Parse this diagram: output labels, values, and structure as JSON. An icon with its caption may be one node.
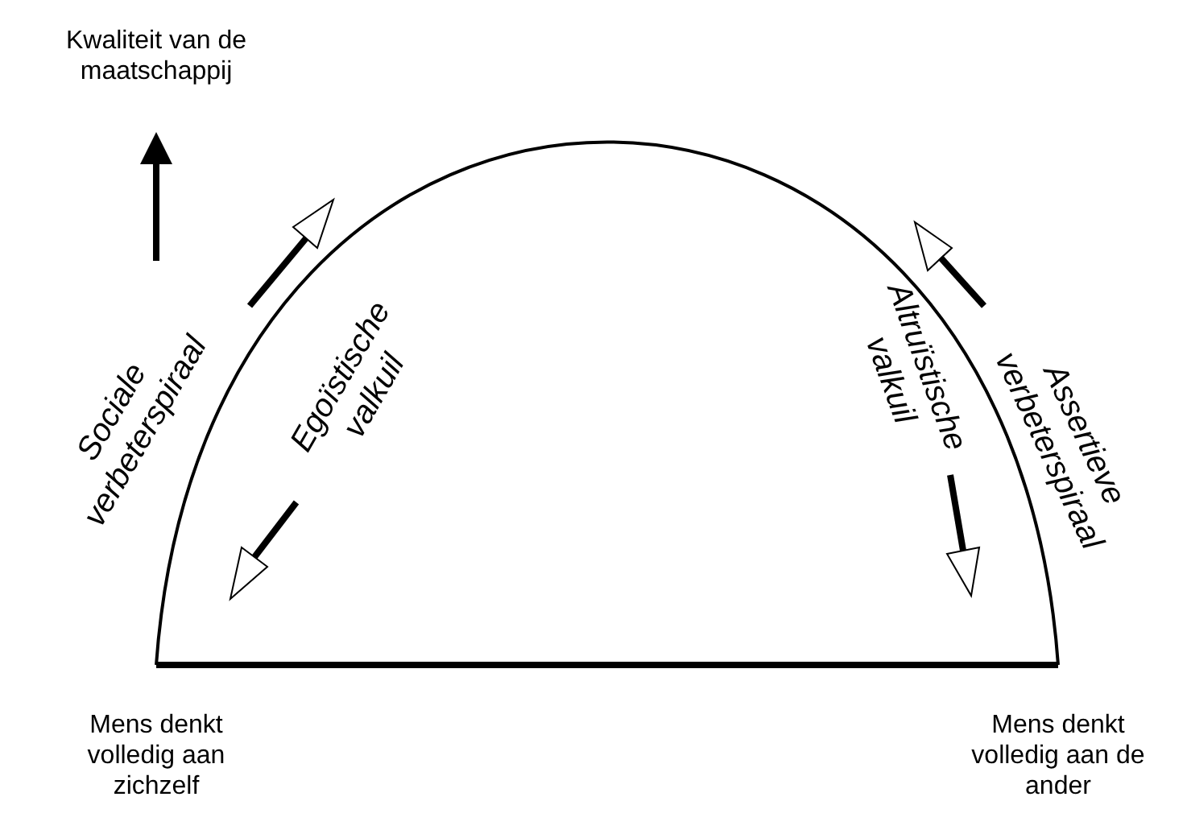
{
  "diagram": {
    "labels": [
      "Kwaliteit van de maatschappij",
      "Sociale verbeterspiraal",
      "Egoïstische valkuil",
      "Altruïstische valkuil",
      "Assertieve verbeterspiraal",
      "Mens denkt volledig aan zichzelf",
      "Mens denkt volledig aan de ander"
    ]
  }
}
